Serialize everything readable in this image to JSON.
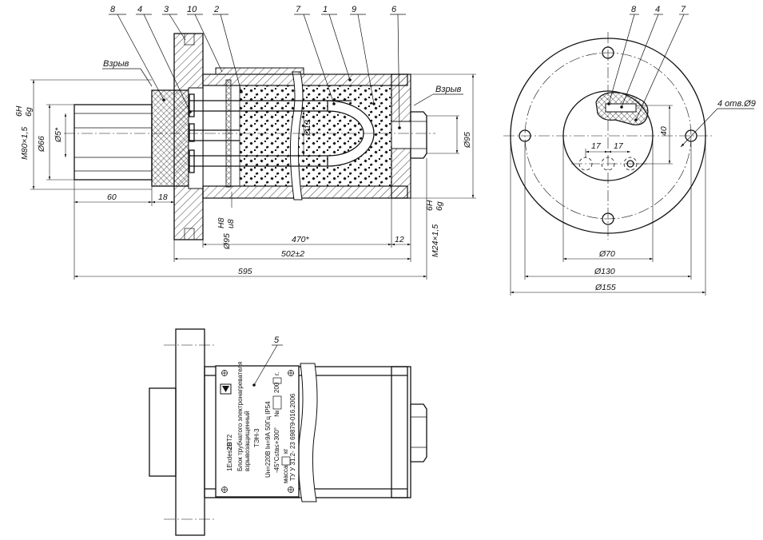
{
  "drawing": {
    "callouts": {
      "c1": "1",
      "c2": "2",
      "c3": "3",
      "c4": "4",
      "c5": "5",
      "c6": "6",
      "c7": "7",
      "c8": "8",
      "c9": "9",
      "c10": "10",
      "r8": "8",
      "r4": "4",
      "r7": "7"
    },
    "notes": {
      "explosion_left": "Взрыв",
      "explosion_right": "Взрыв",
      "holes": "4 отв.Ø9"
    },
    "dimensions": {
      "thread_main": "M80×1,5",
      "thread_main_tol_top": "6H",
      "thread_main_tol_bottom": "6g",
      "d66": "Ø66",
      "d5": "Ø5*",
      "d13": "Ø13",
      "d95_fit": "Ø95",
      "d95_fit_top": "H8",
      "d95_fit_bottom": "u8",
      "d95": "Ø95",
      "thread_end": "M24×1,5",
      "thread_end_tol_top": "6H",
      "thread_end_tol_bottom": "6g",
      "len60": "60",
      "len18": "18",
      "len470": "470*",
      "len12": "12",
      "len502": "502±2",
      "len595": "595",
      "r17a": "17",
      "r17b": "17",
      "r40": "40",
      "r70": "Ø70",
      "r130": "Ø130",
      "r155": "Ø155"
    },
    "nameplate": {
      "marking_prefix": "1Exdes",
      "marking_bold": "2B",
      "marking_suffix": "T2",
      "line1": "Блок трубчатого электронагревателя",
      "line2": "взрывозащищенный",
      "model": "ТЭН-3",
      "line3": "Uн=220В   Iн=9А   50Гц   IP54",
      "line4": "-45°С≤tв≤+300°",
      "serial_label": "№",
      "year_suffix": "200",
      "year_unit": "г.",
      "mass_label": "масса",
      "mass_unit": "кг",
      "spec": "ТУ У 31.2- 23 69879-016.2006"
    }
  }
}
